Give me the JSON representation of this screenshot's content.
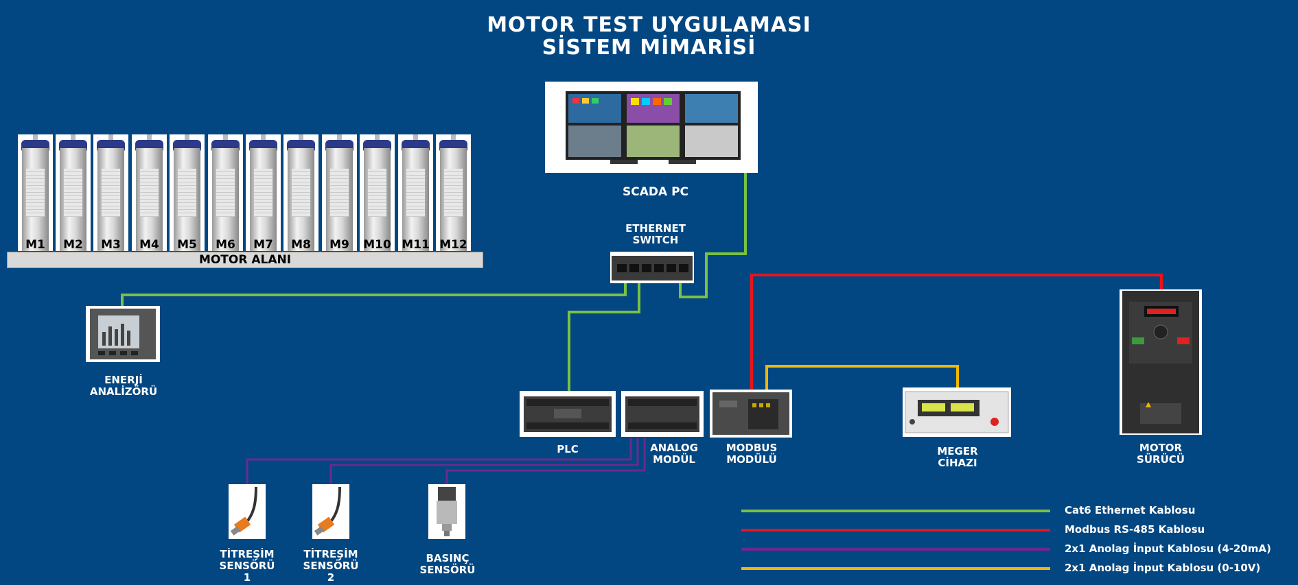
{
  "title": {
    "line1": "MOTOR TEST UYGULAMASI",
    "line2": "SİSTEM MİMARİSİ"
  },
  "motor_area": {
    "label": "MOTOR ALANI",
    "motors": [
      "M1",
      "M2",
      "M3",
      "M4",
      "M5",
      "M6",
      "M7",
      "M8",
      "M9",
      "M10",
      "M11",
      "M12"
    ]
  },
  "nodes": {
    "scada": {
      "label": "SCADA PC",
      "icon": "scada-monitors-icon"
    },
    "switch": {
      "line1": "ETHERNET",
      "line2": "SWITCH",
      "icon": "ethernet-switch-icon"
    },
    "energy": {
      "line1": "ENERJİ",
      "line2": "ANALİZÖRÜ",
      "icon": "energy-analyzer-icon"
    },
    "plc": {
      "label": "PLC",
      "icon": "plc-icon"
    },
    "analog": {
      "line1": "ANALOG",
      "line2": "MODÜL",
      "icon": "analog-module-icon"
    },
    "modbus": {
      "line1": "MODBUS",
      "line2": "MODÜLÜ",
      "icon": "modbus-module-icon"
    },
    "meger": {
      "line1": "MEGER",
      "line2": "CİHAZI",
      "icon": "megger-device-icon"
    },
    "drive": {
      "line1": "MOTOR",
      "line2": "SÜRÜCÜ",
      "icon": "motor-drive-icon"
    },
    "vib1": {
      "line1": "TİTREŞİM",
      "line2": "SENSÖRÜ",
      "line3": "1",
      "icon": "vibration-sensor-icon"
    },
    "vib2": {
      "line1": "TİTREŞİM",
      "line2": "SENSÖRÜ",
      "line3": "2",
      "icon": "vibration-sensor-icon"
    },
    "pressure": {
      "line1": "BASINÇ",
      "line2": "SENSÖRÜ",
      "icon": "pressure-sensor-icon"
    }
  },
  "legend": [
    {
      "label": "Cat6 Ethernet Kablosu",
      "color": "#7ac143"
    },
    {
      "label": "Modbus RS-485 Kablosu",
      "color": "#e8141b"
    },
    {
      "label": "2x1 Anolag İnput Kablosu (4-20mA)",
      "color": "#6b2a8c"
    },
    {
      "label": "2x1 Anolag İnput Kablosu (0-10V)",
      "color": "#f2b705"
    }
  ],
  "colors": {
    "background": "#034782",
    "ethernet": "#7ac143",
    "modbus": "#e8141b",
    "analog_ma": "#6b2a8c",
    "analog_v": "#f2b705"
  }
}
